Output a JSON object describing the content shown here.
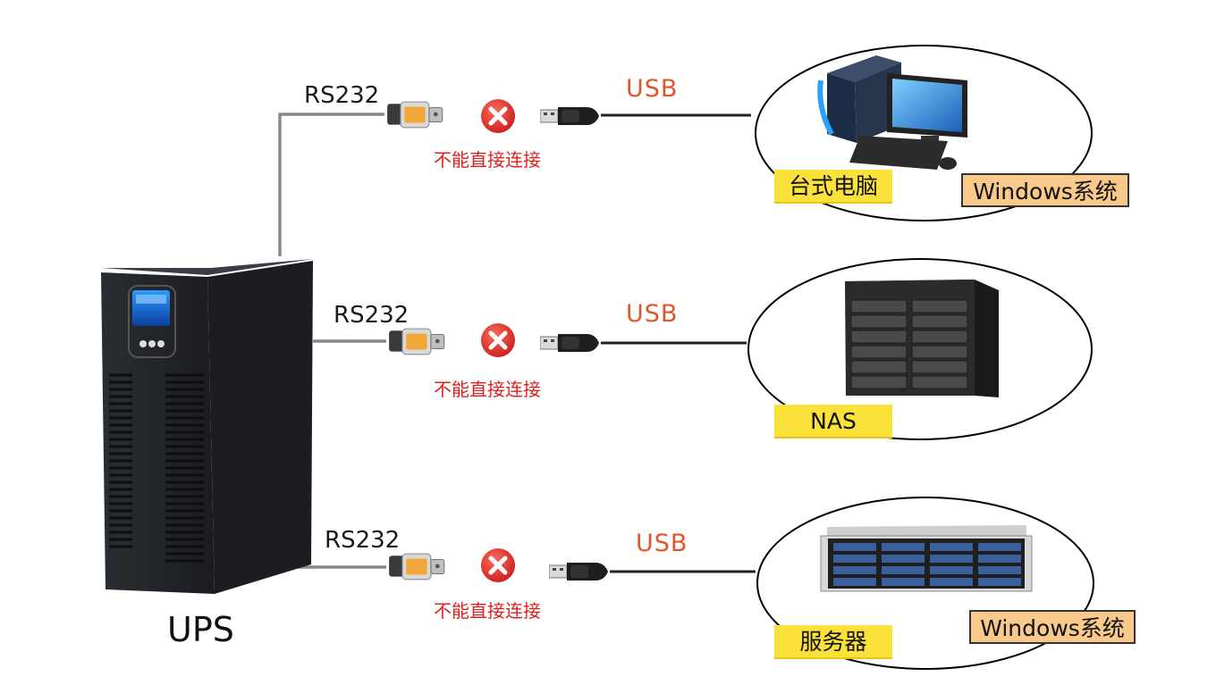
{
  "ups": {
    "label": "UPS"
  },
  "rows": [
    {
      "rs232": "RS232",
      "usb": "USB",
      "error": "不能直接连接",
      "device_label": "台式电脑",
      "os_label": "Windows系统"
    },
    {
      "rs232": "RS232",
      "usb": "USB",
      "error": "不能直接连接",
      "device_label": "NAS"
    },
    {
      "rs232": "RS232",
      "usb": "USB",
      "error": "不能直接连接",
      "device_label": "服务器",
      "os_label": "Windows系统"
    }
  ],
  "colors": {
    "usb_text": "#e0562a",
    "error_text": "#e02020",
    "error_icon": "#e8362d",
    "device_tag": "#fbe23a",
    "os_tag": "#f8c98a"
  },
  "icons": [
    "ups-icon",
    "serial-connector-icon",
    "error-x-icon",
    "usb-plug-icon",
    "desktop-computer-icon",
    "nas-icon",
    "rack-server-icon"
  ]
}
